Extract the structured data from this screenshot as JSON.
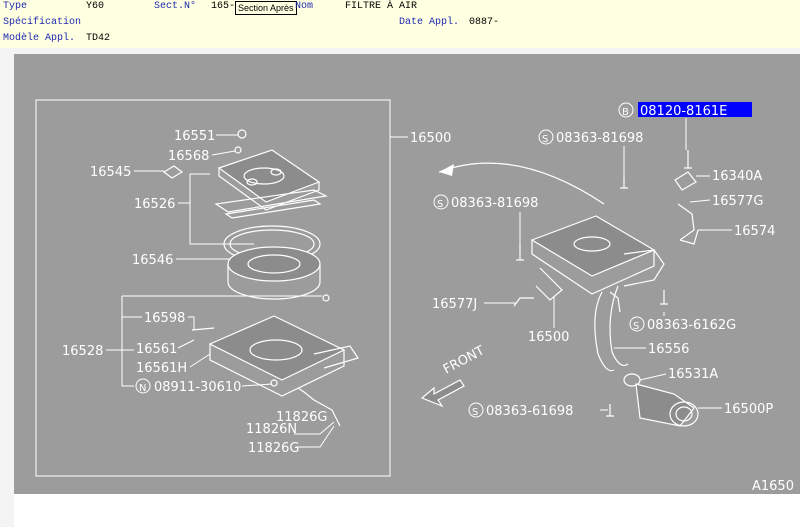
{
  "header": {
    "type_label": "Type",
    "type_value": "Y60",
    "sect_label": "Sect.N°",
    "sect_value": "165-",
    "tooltip": "Section Après",
    "nom_label": "Nom",
    "nom_value": "FILTRE À AIR",
    "spec_label": "Spécification",
    "date_label": "Date Appl.",
    "date_value": "0887-",
    "modele_label": "Modèle Appl.",
    "modele_value": "TD42"
  },
  "diagram": {
    "code": "A1650",
    "front_label": "FRONT",
    "selected_part": "08120-8161E",
    "circle_b": "B",
    "circle_s": "S",
    "circle_n": "N",
    "labels": {
      "p16551": "16551",
      "p16568": "16568",
      "p16545": "16545",
      "p16526": "16526",
      "p16546": "16546",
      "p16598": "16598",
      "p16528": "16528",
      "p16561": "16561",
      "p16561h": "16561H",
      "p08911": "08911-30610",
      "p11826g_a": "11826G",
      "p11826n": "11826N",
      "p11826g_b": "11826G",
      "p16500_top": "16500",
      "p08363_a": "08363-81698",
      "p08363_b": "08363-81698",
      "p16340a": "16340A",
      "p16577g": "16577G",
      "p16574": "16574",
      "p16577j": "16577J",
      "p16500_mid": "16500",
      "p08363_6162g": "08363-6162G",
      "p16556": "16556",
      "p16531a": "16531A",
      "p08363_c": "08363-61698",
      "p16500p": "16500P"
    }
  }
}
